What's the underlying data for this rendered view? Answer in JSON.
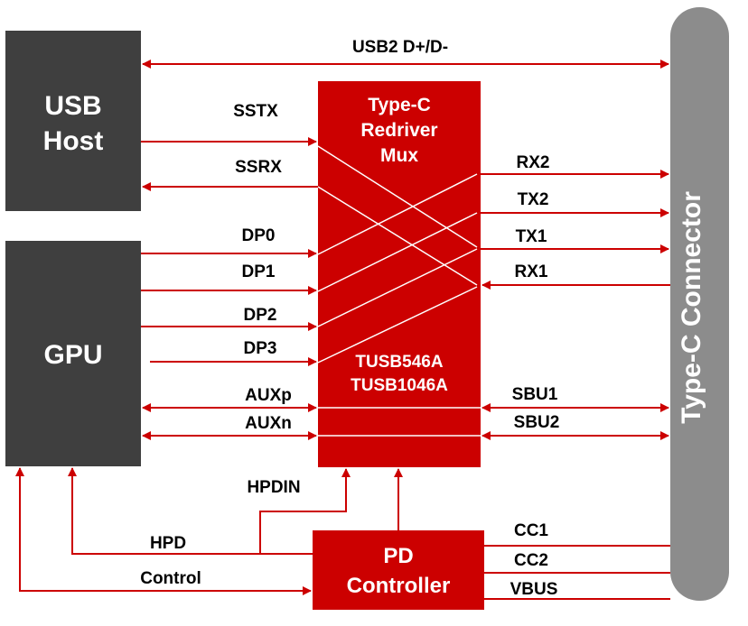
{
  "blocks": {
    "usb_host": {
      "line1": "USB",
      "line2": "Host"
    },
    "gpu": {
      "label": "GPU"
    },
    "mux": {
      "line1": "Type-C",
      "line2": "Redriver",
      "line3": "Mux",
      "part1": "TUSB546A",
      "part2": "TUSB1046A"
    },
    "pd": {
      "line1": "PD",
      "line2": "Controller"
    },
    "connector": {
      "label": "Type-C Connector"
    }
  },
  "signals": {
    "usb2": "USB2 D+/D-",
    "sstx": "SSTX",
    "ssrx": "SSRX",
    "dp0": "DP0",
    "dp1": "DP1",
    "dp2": "DP2",
    "dp3": "DP3",
    "auxp": "AUXp",
    "auxn": "AUXn",
    "rx2": "RX2",
    "tx2": "TX2",
    "tx1": "TX1",
    "rx1": "RX1",
    "sbu1": "SBU1",
    "sbu2": "SBU2",
    "hpdin": "HPDIN",
    "hpd": "HPD",
    "control": "Control",
    "cc1": "CC1",
    "cc2": "CC2",
    "vbus": "VBUS"
  },
  "colors": {
    "block_gray": "#3f3f3f",
    "block_red": "#cc0000",
    "connector_gray": "#8c8c8c",
    "line_red": "#cc0000"
  }
}
